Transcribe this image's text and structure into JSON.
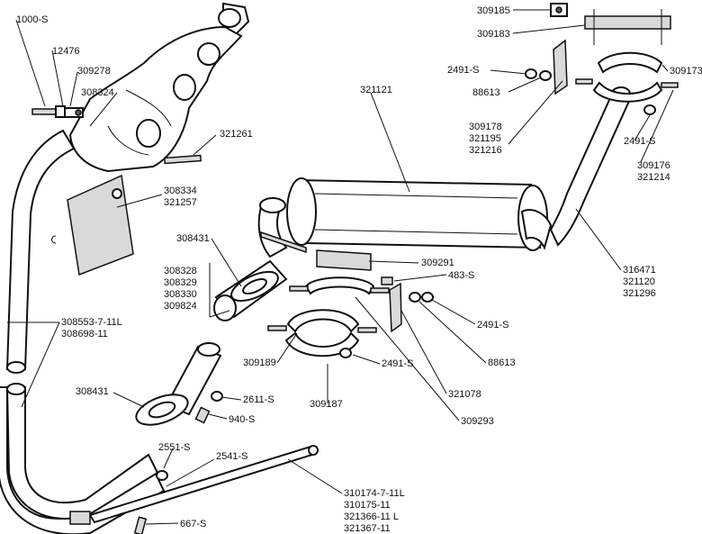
{
  "labels": {
    "l_1000s": "1000-S",
    "l_12476": "12476",
    "l_309278": "309278",
    "l_308324": "308324",
    "l_321261": "321261",
    "l_308334": "308334",
    "l_321257": "321257",
    "l_321121": "321121",
    "l_309185": "309185",
    "l_309183": "309183",
    "l_2491s_a": "2491-S",
    "l_88613_a": "88613",
    "l_309173": "309173",
    "l_309178": "309178",
    "l_321195": "321195",
    "l_321216": "321216",
    "l_2491s_b": "2491-S",
    "l_309176": "309176",
    "l_321214": "321214",
    "l_308431_a": "308431",
    "l_308328": "308328",
    "l_308329": "308329",
    "l_308330": "308330",
    "l_309824": "309824",
    "l_309291": "309291",
    "l_483s": "483-S",
    "l_316471": "316471",
    "l_321120": "321120",
    "l_321296": "321296",
    "l_2491s_c": "2491-S",
    "l_308553": "308553-7-11L",
    "l_308698": "308698-11",
    "l_309189": "309189",
    "l_2491s_d": "2491-S",
    "l_88613_b": "88613",
    "l_309187": "309187",
    "l_321078": "321078",
    "l_308431_b": "308431",
    "l_2611s": "2611-S",
    "l_940s": "940-S",
    "l_309293": "309293",
    "l_2551s": "2551-S",
    "l_2541s": "2541-S",
    "l_310174": "310174-7-11L",
    "l_310175": "310175-11",
    "l_321366": "321366-11 L",
    "l_321367": "321367-11",
    "l_667s": "667-S"
  }
}
